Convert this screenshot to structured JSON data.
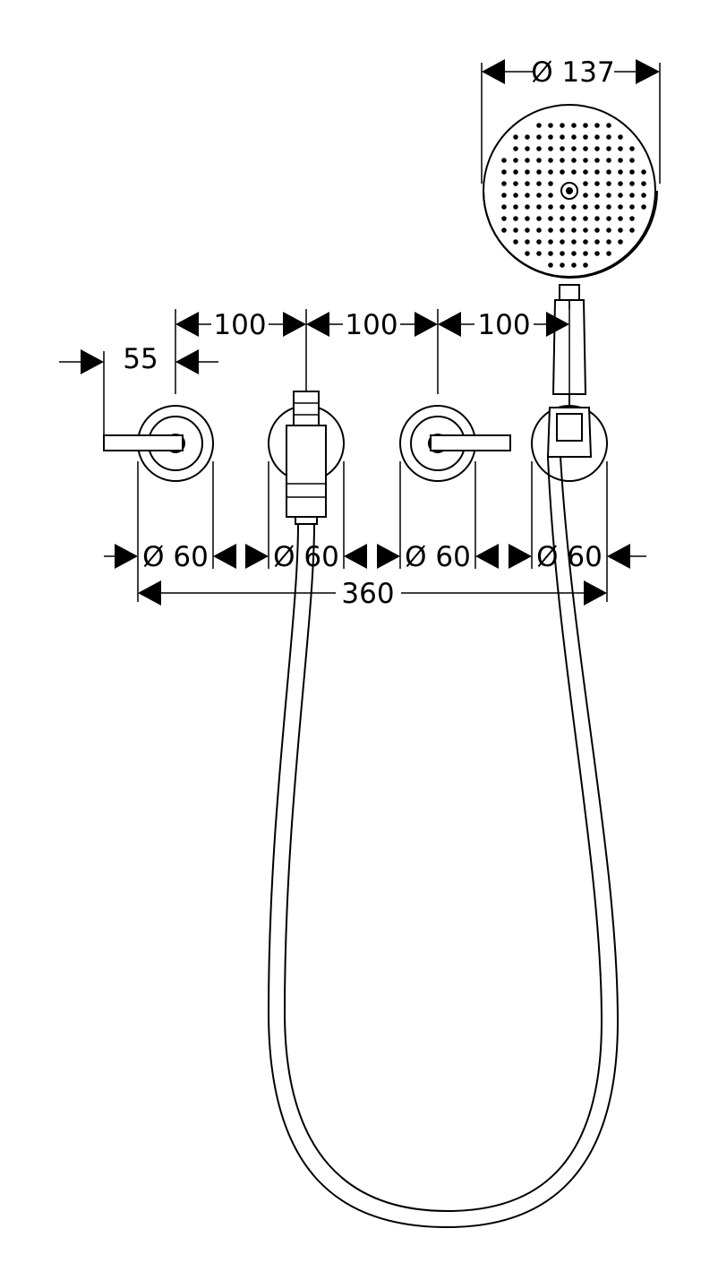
{
  "dimensions": {
    "handshower_diameter": "Ø 137",
    "spacing_1": "100",
    "spacing_2": "100",
    "spacing_3": "100",
    "lever_offset": "55",
    "rosette_1": "Ø 60",
    "rosette_2": "Ø 60",
    "rosette_3": "Ø 60",
    "rosette_4": "Ø 60",
    "overall_width": "360"
  },
  "components": [
    {
      "name": "lever-handle-left"
    },
    {
      "name": "hose-outlet"
    },
    {
      "name": "lever-handle-right"
    },
    {
      "name": "wall-holder"
    },
    {
      "name": "hand-shower"
    },
    {
      "name": "shower-hose"
    }
  ]
}
